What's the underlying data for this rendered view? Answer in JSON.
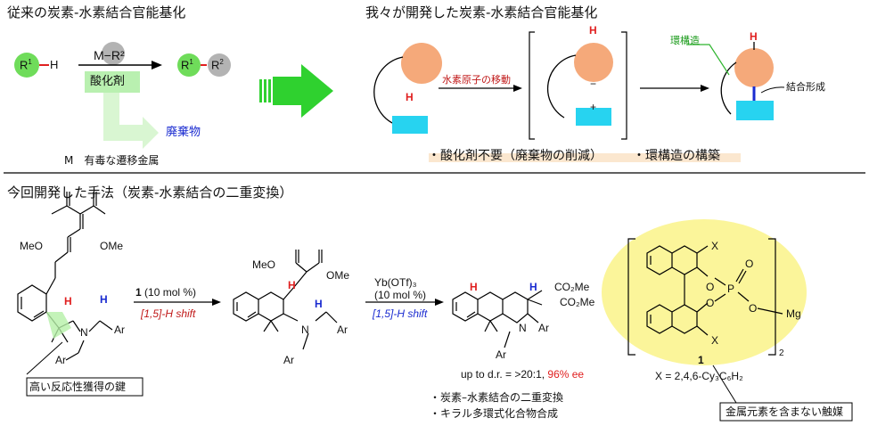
{
  "top_left": {
    "title": "従来の炭素-水素結合官能基化",
    "reagent": "M−R²",
    "oxidant": "酸化剤",
    "waste": "廃棄物",
    "metal_note": "M　有毒な遷移金属",
    "r1h_r": "R",
    "r1h_sup": "1",
    "r1h_h": "H",
    "prod_r1": "R",
    "prod_r1_sup": "1",
    "prod_r2": "R",
    "prod_r2_sup": "2"
  },
  "top_right": {
    "title": "我々が開発した炭素-水素結合官能基化",
    "h_label": "H",
    "migration": "水素原子の移動",
    "minus": "−",
    "plus": "+",
    "ring_structure": "環構造",
    "bond_formation": "結合形成",
    "benefit1": "・酸化剤不要（廃棄物の削減）",
    "benefit2": "・環構造の構築",
    "colors": {
      "orange": "#f5a97a",
      "cyan": "#27d3f0",
      "green": "#6fdc5a",
      "gray": "#b3b3b3"
    }
  },
  "bottom": {
    "title": "今回開発した手法（炭素-水素結合の二重変換）",
    "meo1": "MeO",
    "ome1": "OMe",
    "ar": "Ar",
    "n": "N",
    "h": "H",
    "key_label": "高い反応性獲得の鍵",
    "cat1_amount": "(10 mol %)",
    "cat1_num": "1",
    "shift1": "[1,5]-H shift",
    "meo2": "MeO",
    "ome2": "OMe",
    "yb_reagent": "Yb(OTf)₃",
    "yb_amount": "(10 mol %)",
    "shift2": "[1,5]-H shift",
    "co2me_a": "CO₂Me",
    "co2me_b": "CO₂Me",
    "yield_prefix": "up to d.r. = >20:1, ",
    "ee": "96% ee",
    "feature1": "・炭素–水素結合の二重変換",
    "feature2": "・キラル多環式化合物合成",
    "cat_x": "X",
    "cat_p": "P",
    "cat_o": "O",
    "cat_mg": "Mg",
    "cat_num": "1",
    "cat_sub": "2",
    "cat_def": "X = 2,4,6-Cy₃C₆H₂",
    "metal_free": "金属元素を含まない触媒"
  }
}
